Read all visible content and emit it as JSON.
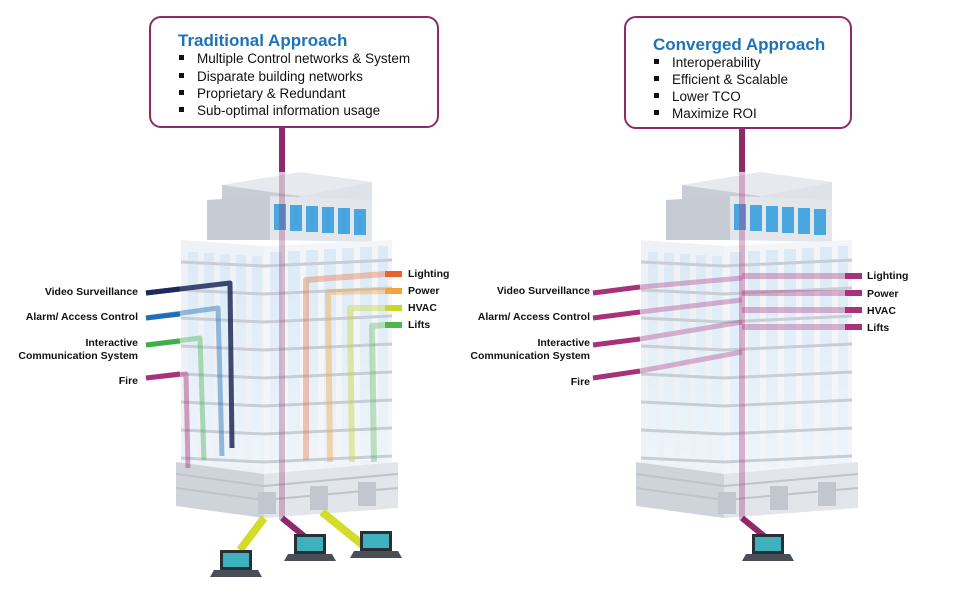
{
  "traditional": {
    "title": "Traditional Approach",
    "bullets": [
      "Multiple Control networks & System",
      "Disparate building networks",
      "Proprietary & Redundant",
      "Sub-optimal information usage"
    ],
    "left_labels": [
      "Video Surveillance",
      "Alarm/ Access Control",
      "Interactive",
      "Communication System",
      "Fire"
    ],
    "right_labels": [
      "Lighting",
      "Power",
      "HVAC",
      "Lifts"
    ]
  },
  "converged": {
    "title": "Converged Approach",
    "bullets": [
      "Interoperability",
      "Efficient & Scalable",
      "Lower TCO",
      "Maximize ROI"
    ],
    "left_labels": [
      "Video Surveillance",
      "Alarm/ Access Control",
      "Interactive",
      "Communication System",
      "Fire"
    ],
    "right_labels": [
      "Lighting",
      "Power",
      "HVAC",
      "Lifts"
    ]
  },
  "colors": {
    "accent": "#8e2a6b",
    "title_blue": "#1e73b8",
    "video": "#1e2a5a",
    "alarm": "#1e6fb5",
    "comm": "#3db04a",
    "fire": "#a8327a",
    "lighting": "#e8642a",
    "power": "#f2a33a",
    "hvac": "#c9d62a",
    "lifts": "#4cb84c",
    "laptop_link": "#d3dc2a"
  },
  "icons": [
    "building-icon",
    "laptop-icon"
  ]
}
